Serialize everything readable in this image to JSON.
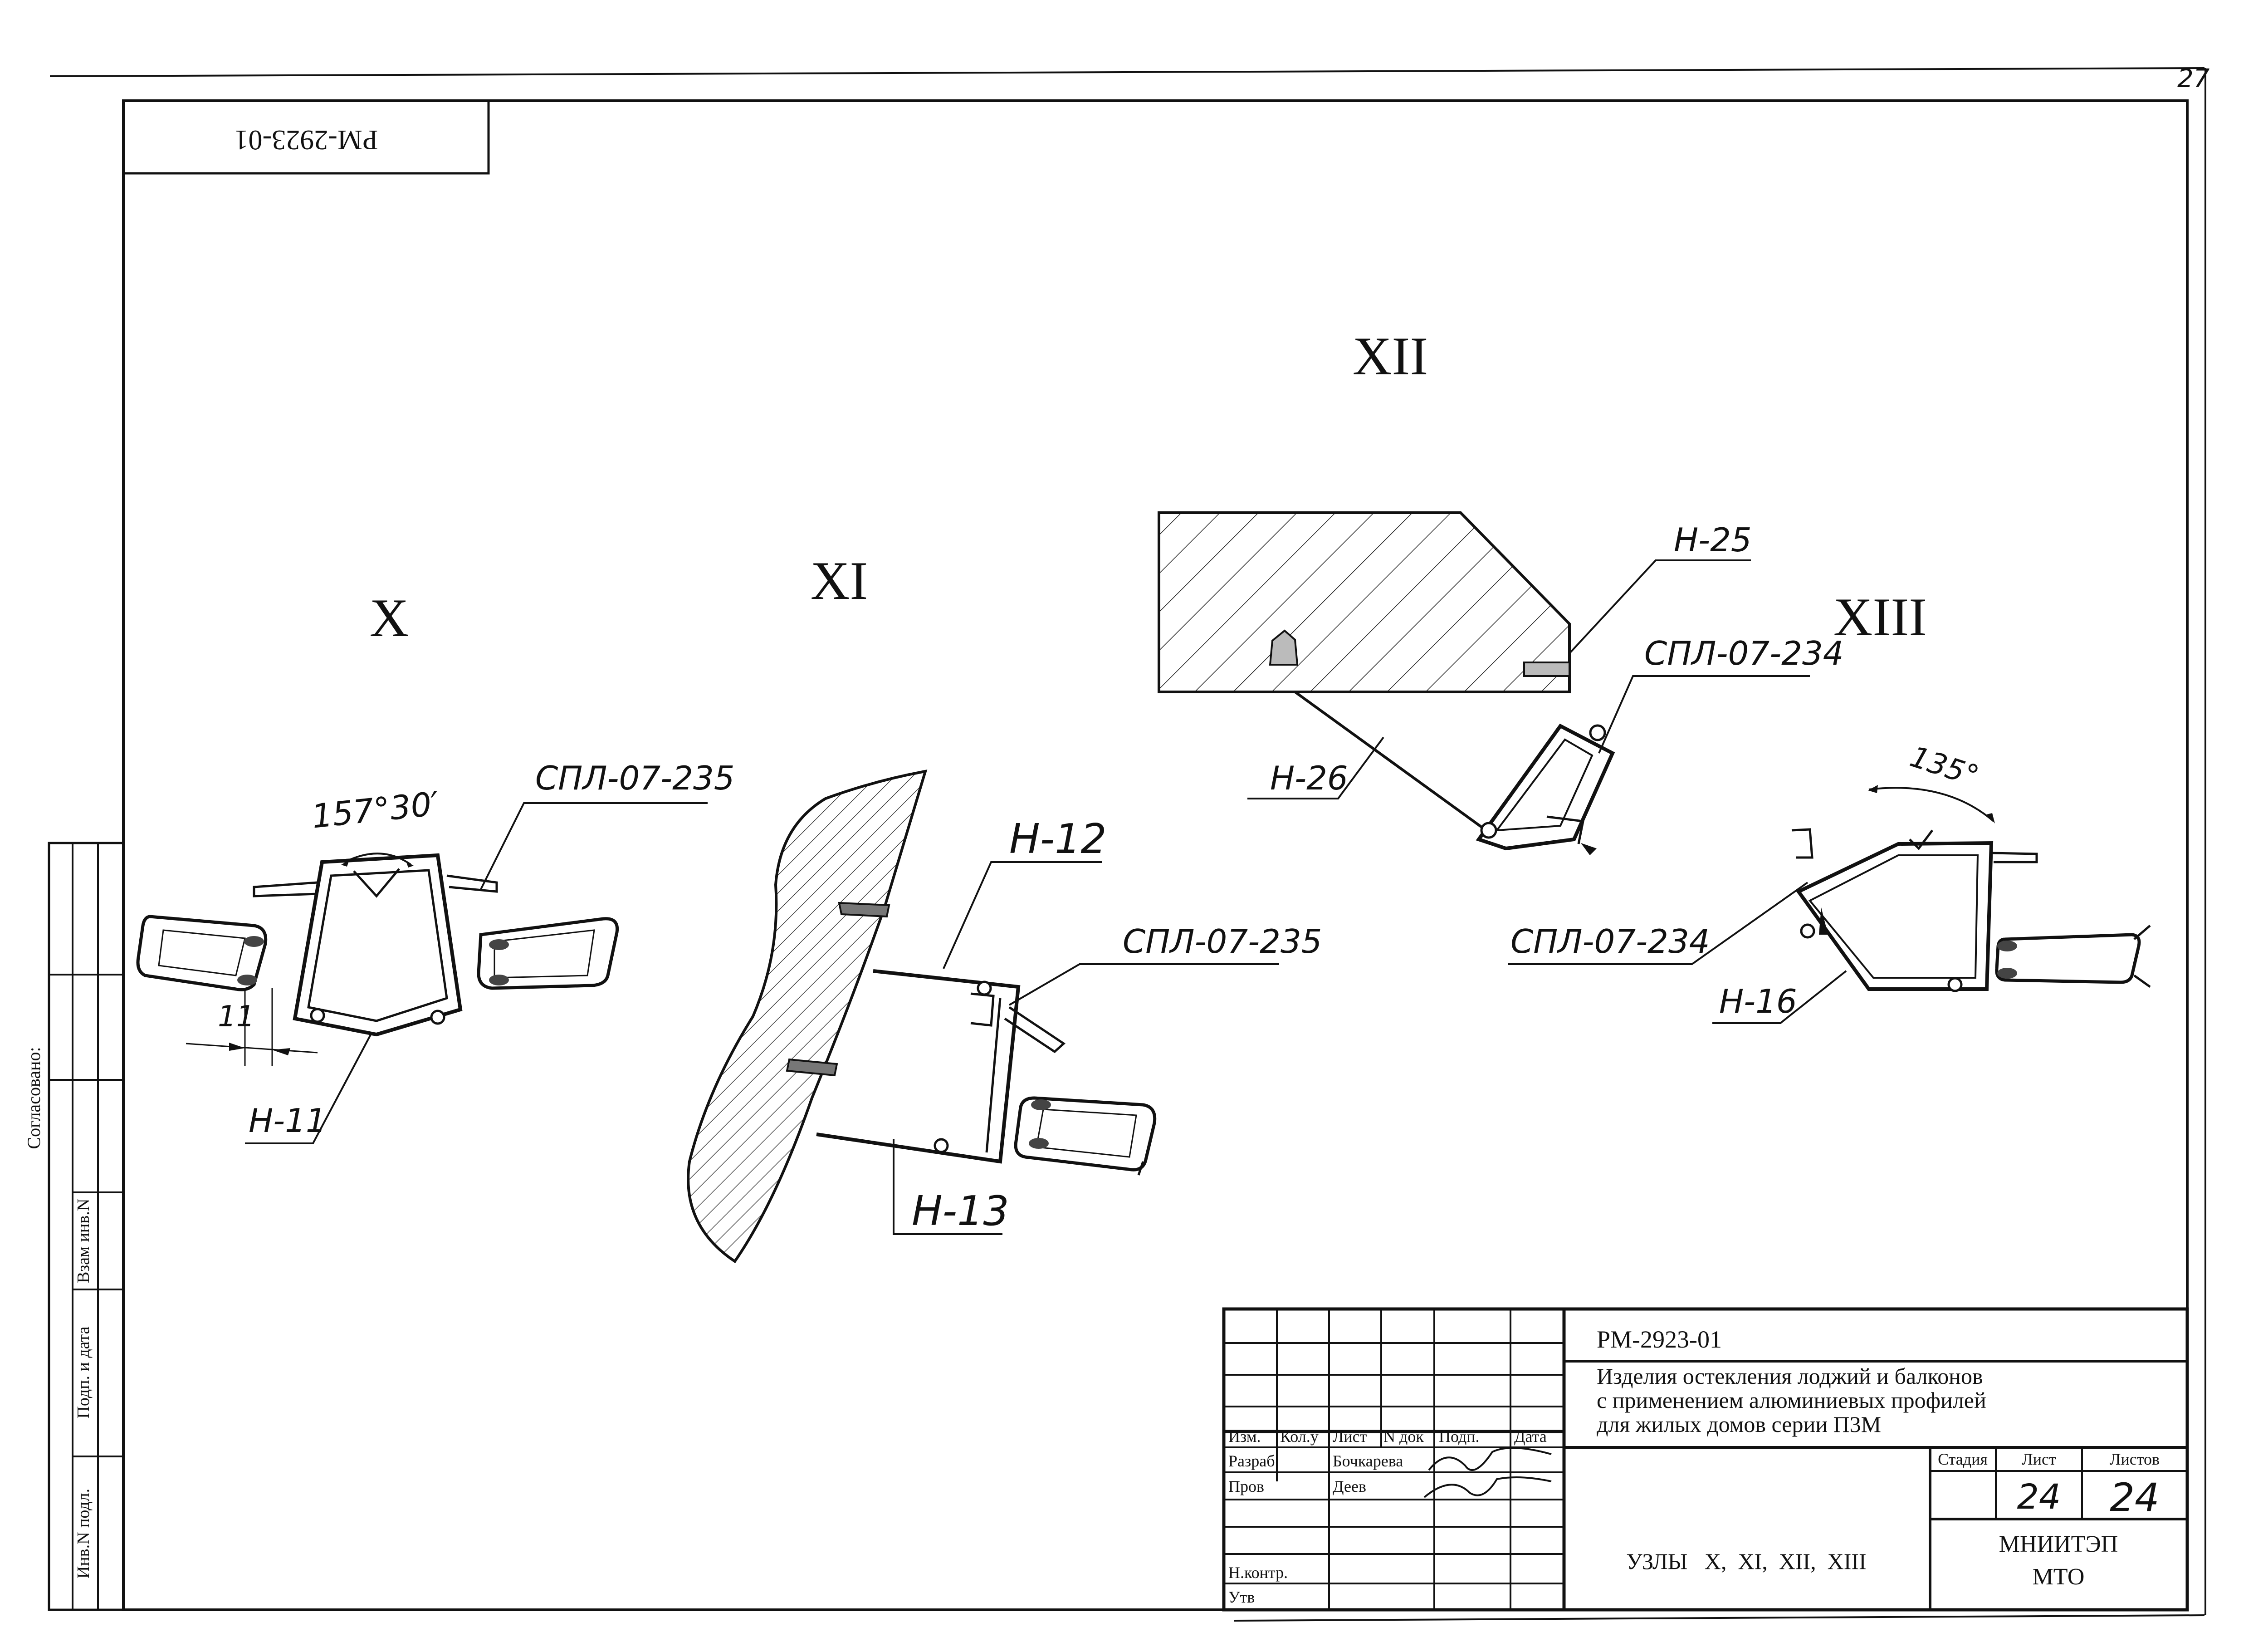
{
  "sheet_number": "27",
  "top_stamp": "РМ-2923-01",
  "left_strip": {
    "agreed": "Согласовано:",
    "replace_inv": "Взам инв.N",
    "sign_date": "Подп. и дата",
    "inv_orig": "Инв.N подл."
  },
  "nodes": {
    "x": {
      "title": "X",
      "angle": "157°30′",
      "profile": "СПЛ-07-235",
      "dim": "11",
      "part": "Н-11"
    },
    "xi": {
      "title": "XI",
      "part_top": "Н-12",
      "profile": "СПЛ-07-235",
      "part_bottom": "Н-13"
    },
    "xii": {
      "title": "XII",
      "part_top": "Н-25",
      "profile": "СПЛ-07-234",
      "part_bottom": "Н-26"
    },
    "xiii": {
      "title": "XIII",
      "angle": "135°",
      "profile": "СПЛ-07-234",
      "part": "Н-16"
    }
  },
  "title_block": {
    "doc_code": "РМ-2923-01",
    "description_1": "Изделия остекления лоджий и балконов",
    "description_2": "с применением алюминиевых профилей",
    "description_3": "для жилых домов серии П3М",
    "col_headers": [
      "Изм.",
      "Кол.у",
      "Лист",
      "N док",
      "Подп.",
      "Дата"
    ],
    "roles": [
      {
        "role": "Разраб",
        "name": "Бочкарева"
      },
      {
        "role": "Пров",
        "name": "Деев"
      },
      {
        "role": "Н.контр.",
        "name": ""
      },
      {
        "role": "Утв",
        "name": ""
      }
    ],
    "stage_label": "Стадия",
    "sheet_label": "Лист",
    "sheets_label": "Листов",
    "sheet_value": "24",
    "sheets_value": "24",
    "drawing_name": "УЗЛЫ   X,  XI,  XII,  XIII",
    "org_1": "МНИИТЭП",
    "org_2": "МТО"
  }
}
